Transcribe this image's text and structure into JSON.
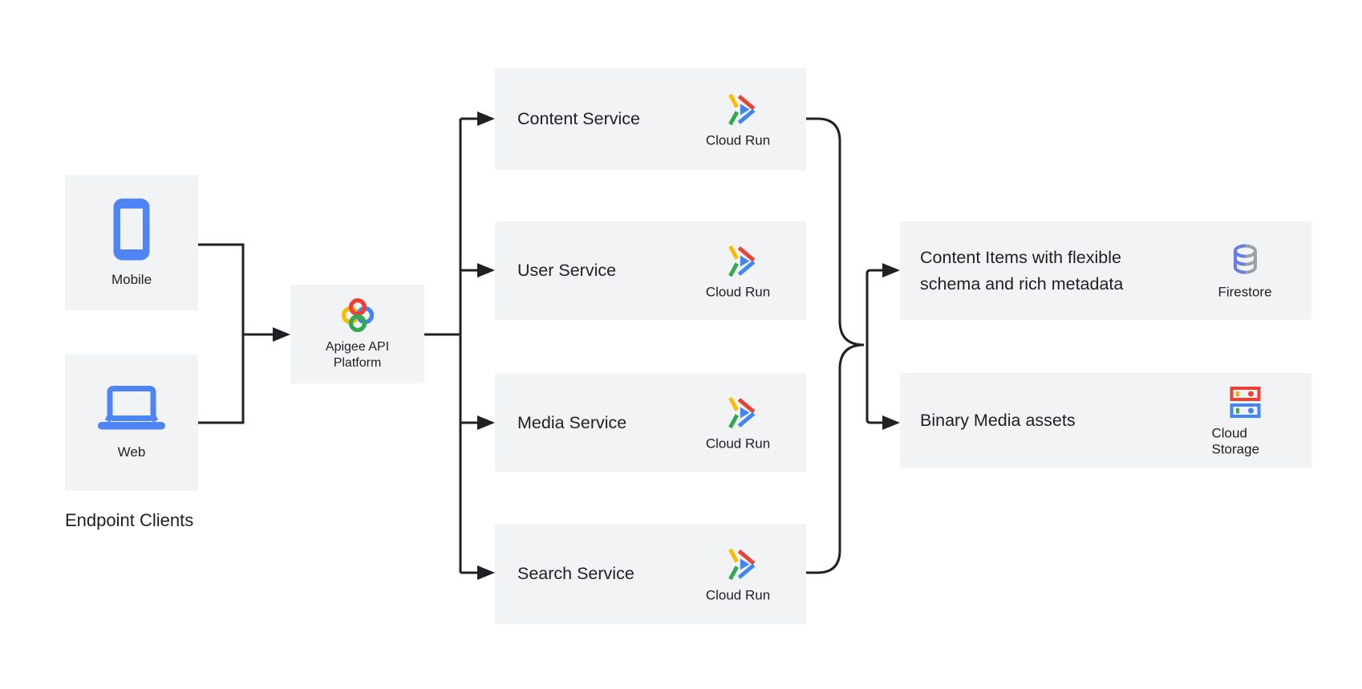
{
  "clients": {
    "group_label": "Endpoint Clients",
    "mobile_label": "Mobile",
    "web_label": "Web"
  },
  "gateway": {
    "name_line1": "Apigee API",
    "name_line2": "Platform"
  },
  "services": [
    {
      "name": "Content Service",
      "product": "Cloud Run"
    },
    {
      "name": "User Service",
      "product": "Cloud Run"
    },
    {
      "name": "Media Service",
      "product": "Cloud Run"
    },
    {
      "name": "Search Service",
      "product": "Cloud Run"
    }
  ],
  "datastores": [
    {
      "line1": "Content Items with flexible",
      "line2": "schema and rich metadata",
      "product": "Firestore"
    },
    {
      "line1": "Binary Media assets",
      "line2": "",
      "product": "Cloud Storage"
    }
  ],
  "icons": {
    "mobile": "mobile-icon",
    "web": "laptop-icon",
    "gateway": "apigee-icon",
    "service": "cloud-run-icon",
    "content_store": "firestore-icon",
    "media_store": "cloud-storage-icon"
  },
  "colors": {
    "canvas": "#FFFFFF",
    "node_bg": "#F1F3F4",
    "line": "#202124",
    "text": "#202124",
    "device_blue": "#4E84F4",
    "google_blue": "#4285F4",
    "google_red": "#EA4335",
    "google_yellow": "#FBBC04",
    "google_green": "#34A853",
    "firestore_blue": "#6B7CE6",
    "neutral_gray": "#9AA0A6",
    "storage_yellow": "#F9AB00"
  }
}
